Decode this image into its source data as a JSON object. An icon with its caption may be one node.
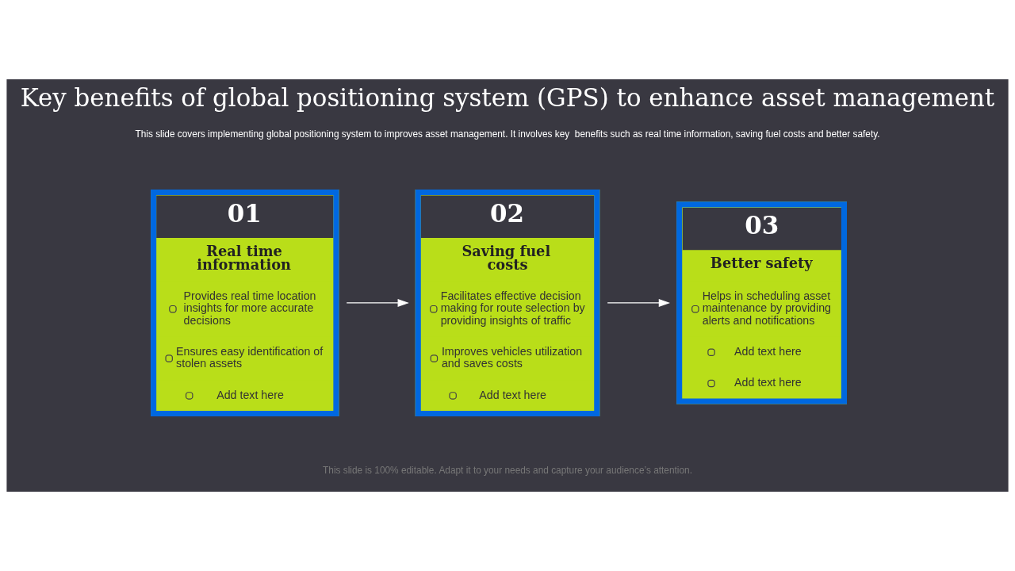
{
  "diagram": {
    "title": "Key benefits of global positioning system (GPS) to enhance asset management",
    "nodes": [
      {
        "text": [
          "01",
          "Real time information",
          "Provides real time location insights for more accurate decisions",
          "Ensures easy identification of stolen assets",
          "Add text here"
        ]
      },
      {
        "text": [
          "02",
          "Saving fuel costs",
          "Facilitates effective decision making for route selection by providing insights of traffic",
          "Improves vehicles utilization and saves costs",
          "Add text here"
        ]
      },
      {
        "text": [
          "03",
          "Better safety",
          "Helps in scheduling asset maintenance by providing alerts and notifications",
          "Add text here",
          "Add text here"
        ]
      }
    ],
    "edges": [
      {
        "from": 0,
        "to": 1,
        "arrow": "to"
      },
      {
        "from": 1,
        "to": 2,
        "arrow": "to"
      }
    ],
    "labels": [
      "This slide covers implementing global positioning system to improves asset management. It involves key  benefits such as real time information, saving fuel costs and better safety.",
      "This slide is 100% editable. Adapt it to your needs and capture your audience’s attention."
    ]
  }
}
